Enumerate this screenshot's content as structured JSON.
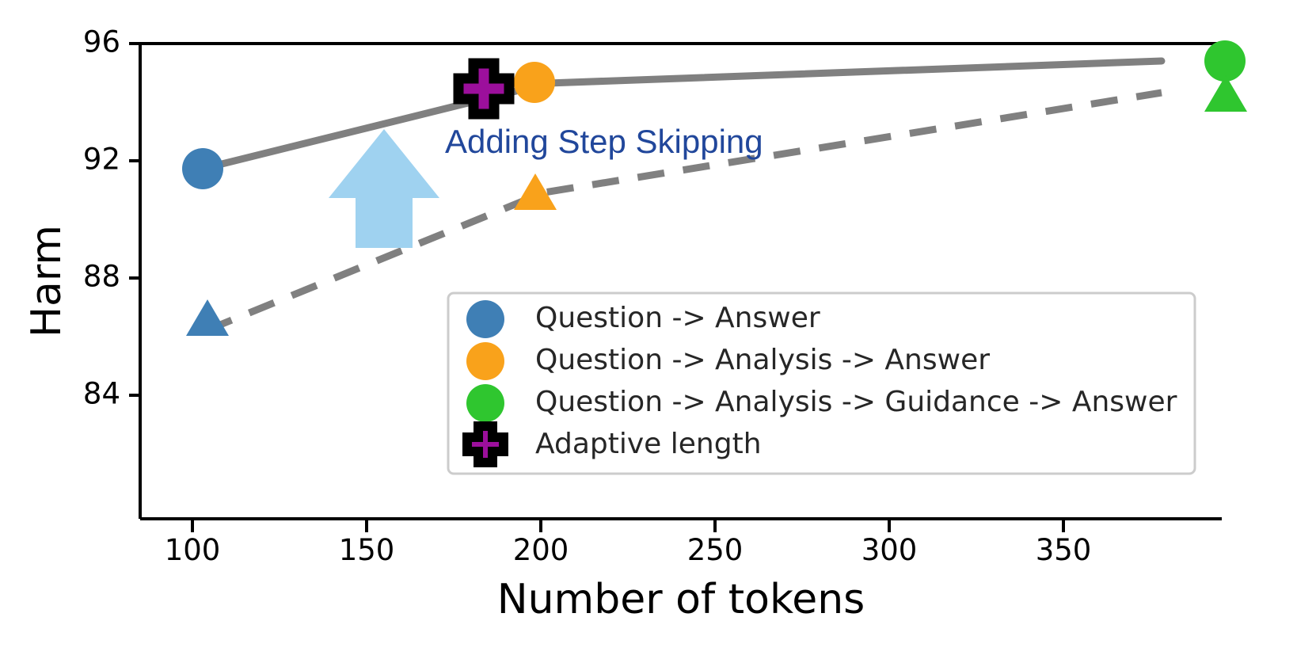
{
  "chart_data": {
    "type": "line",
    "title": "",
    "xlabel": "Number of tokens",
    "ylabel": "Harm",
    "xlim": [
      85,
      396
    ],
    "ylim": [
      81.8,
      96.6
    ],
    "xticks": [
      100,
      150,
      200,
      250,
      300,
      350
    ],
    "yticks": [
      84,
      88,
      92,
      96
    ],
    "grid": false,
    "legend_position": "lower right",
    "series": [
      {
        "name": "solid-with-step-skipping",
        "linestyle": "solid",
        "line_color": "#808080",
        "points": [
          {
            "label": "Question -> Answer",
            "marker": "circle",
            "color": "#3f7fb5",
            "x": 103,
            "y": 91.6
          },
          {
            "label": "Question -> Analysis -> Answer",
            "marker": "circle",
            "color": "#f9a21b",
            "x": 202,
            "y": 94.7
          },
          {
            "label": "Question -> Analysis -> Guidance -> Answer",
            "marker": "circle",
            "color": "#2fc62f",
            "x": 378,
            "y": 95.5
          }
        ]
      },
      {
        "name": "dashed-baseline",
        "linestyle": "dashed",
        "line_color": "#808080",
        "points": [
          {
            "label": "Question -> Answer",
            "marker": "triangle",
            "color": "#3f7fb5",
            "x": 104,
            "y": 86.1
          },
          {
            "label": "Question -> Analysis -> Answer",
            "marker": "triangle",
            "color": "#f9a21b",
            "x": 201,
            "y": 90.8
          },
          {
            "label": "Question -> Analysis -> Guidance -> Answer",
            "marker": "triangle",
            "color": "#2fc62f",
            "x": 378,
            "y": 94.2
          }
        ]
      },
      {
        "name": "adaptive-length",
        "linestyle": "none",
        "points": [
          {
            "label": "Adaptive length",
            "marker": "plus",
            "color": "#9c0f9c",
            "edge_color": "#000000",
            "x": 186,
            "y": 94.3
          }
        ]
      }
    ],
    "legend": [
      {
        "label": "Question -> Answer",
        "marker": "circle",
        "color": "#3f7fb5"
      },
      {
        "label": "Question -> Analysis -> Answer",
        "marker": "circle",
        "color": "#f9a21b"
      },
      {
        "label": "Question -> Analysis -> Guidance -> Answer",
        "marker": "circle",
        "color": "#2fc62f"
      },
      {
        "label": "Adaptive length",
        "marker": "plus",
        "color": "#9c0f9c"
      }
    ],
    "annotations": [
      {
        "name": "adding-step-skipping",
        "text": "Adding Step Skipping",
        "text_color": "#21479b",
        "arrow": {
          "shape": "up-arrow",
          "color": "#9fd2f0"
        }
      }
    ]
  },
  "axes": {
    "xlabel": "Number of tokens",
    "ylabel": "Harm",
    "xtick_labels": [
      "100",
      "150",
      "200",
      "250",
      "300",
      "350"
    ],
    "ytick_labels": [
      "84",
      "88",
      "92",
      "96"
    ]
  },
  "colors": {
    "blue_marker": "#3f7fb5",
    "orange_marker": "#f9a21b",
    "green_marker": "#2fc62f",
    "purple_marker": "#9c0f9c",
    "line_gray": "#808080",
    "arrow_blue": "#9fd2f0",
    "annotation_blue": "#21479b",
    "axis_black": "#000000",
    "legend_border": "#cccccc"
  }
}
